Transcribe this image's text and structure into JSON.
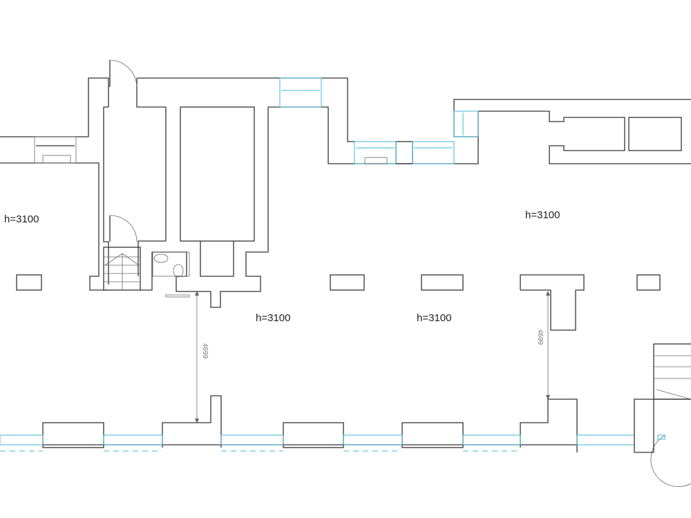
{
  "room_labels": [
    "h=3100",
    "h=3100",
    "h=3100",
    "h=3100"
  ],
  "dimensions": [
    "4699",
    "4699"
  ],
  "colors": {
    "wall": "#333333",
    "window": "#3fb6d8"
  }
}
